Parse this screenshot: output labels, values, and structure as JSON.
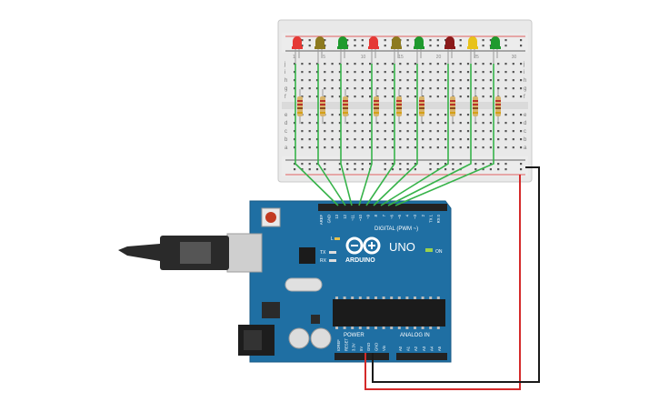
{
  "board": {
    "brand": "ARDUINO",
    "model": "UNO",
    "digital_label": "DIGITAL (PWM ~)",
    "analog_label": "ANALOG IN",
    "power_label": "POWER",
    "on_label": "ON",
    "l_label": "L",
    "tx_label": "TX",
    "rx_label": "RX",
    "digital_pins": [
      "AREF",
      "GND",
      "13",
      "12",
      "~11",
      "~10",
      "~9",
      "8",
      "7",
      "~6",
      "~5",
      "4",
      "~3",
      "2",
      "TX 1",
      "RX 0"
    ],
    "power_pins": [
      "IOREF",
      "RESET",
      "3.3V",
      "5V",
      "GND",
      "GND",
      "Vin"
    ],
    "analog_pins": [
      "A0",
      "A1",
      "A2",
      "A3",
      "A4",
      "A5"
    ]
  },
  "breadboard": {
    "row_letters_top": [
      "j",
      "i",
      "h",
      "g",
      "f"
    ],
    "row_letters_bottom": [
      "e",
      "d",
      "c",
      "b",
      "a"
    ],
    "col_numbers": [
      "1",
      "5",
      "10",
      "15",
      "20",
      "25",
      "30"
    ]
  },
  "leds": [
    {
      "color": "#e53935"
    },
    {
      "color": "#8d7a1f"
    },
    {
      "color": "#1f9a2e"
    },
    {
      "color": "#e53935"
    },
    {
      "color": "#8d7a1f"
    },
    {
      "color": "#1f9a2e"
    },
    {
      "color": "#8b1a1a"
    },
    {
      "color": "#e8c21a"
    },
    {
      "color": "#1f9a2e"
    }
  ],
  "colors": {
    "board": "#1f6fa3",
    "breadboard": "#e9e9e9",
    "wire_signal": "#37b34a",
    "wire_power": "#d42a2a",
    "wire_ground": "#1a1a1a"
  }
}
